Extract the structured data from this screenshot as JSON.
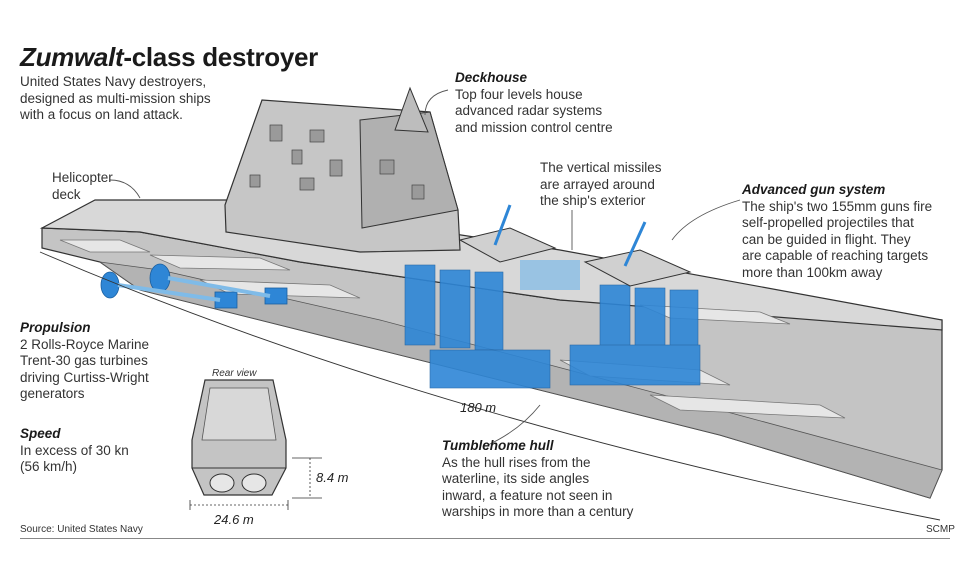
{
  "title": {
    "italic": "Zumwalt",
    "rest": "-class destroyer"
  },
  "intro": [
    "United States Navy destroyers,",
    "designed as multi-mission ships",
    "with a focus on land attack."
  ],
  "deckhouse": {
    "heading": "Deckhouse",
    "lines": [
      "Top four levels house",
      "advanced radar systems",
      "and mission control centre"
    ]
  },
  "helicopter": {
    "lines": [
      "Helicopter",
      "deck"
    ]
  },
  "missiles": {
    "lines": [
      "The vertical missiles",
      "are arrayed around",
      "the ship's exterior"
    ]
  },
  "gun": {
    "heading": "Advanced gun system",
    "lines": [
      "The ship's two 155mm guns fire",
      "self-propelled projectiles that",
      "can be guided in flight. They",
      "are capable of reaching targets",
      "more than 100km away"
    ]
  },
  "propulsion": {
    "heading": "Propulsion",
    "lines": [
      "2 Rolls-Royce Marine",
      "Trent-30 gas turbines",
      "driving Curtiss-Wright",
      "generators"
    ]
  },
  "speed": {
    "heading": "Speed",
    "lines": [
      "In excess of 30 kn",
      "(56 km/h)"
    ]
  },
  "rear_view": {
    "label": "Rear view",
    "height": "8.4 m",
    "width": "24.6 m"
  },
  "length": "180 m",
  "hull": {
    "heading": "Tumblehome hull",
    "lines": [
      "As the hull rises from the",
      "waterline, its side angles",
      "inward, a feature not seen in",
      "warships in more than a century"
    ]
  },
  "source": "Source: United States Navy",
  "credit": "SCMP",
  "colors": {
    "hull": "#c9c9c9",
    "hull_dark": "#a8a8a8",
    "deck": "#d6d6d6",
    "outline": "#333333",
    "blue": "#2e86d6",
    "blue_light": "#7fbbe8"
  }
}
